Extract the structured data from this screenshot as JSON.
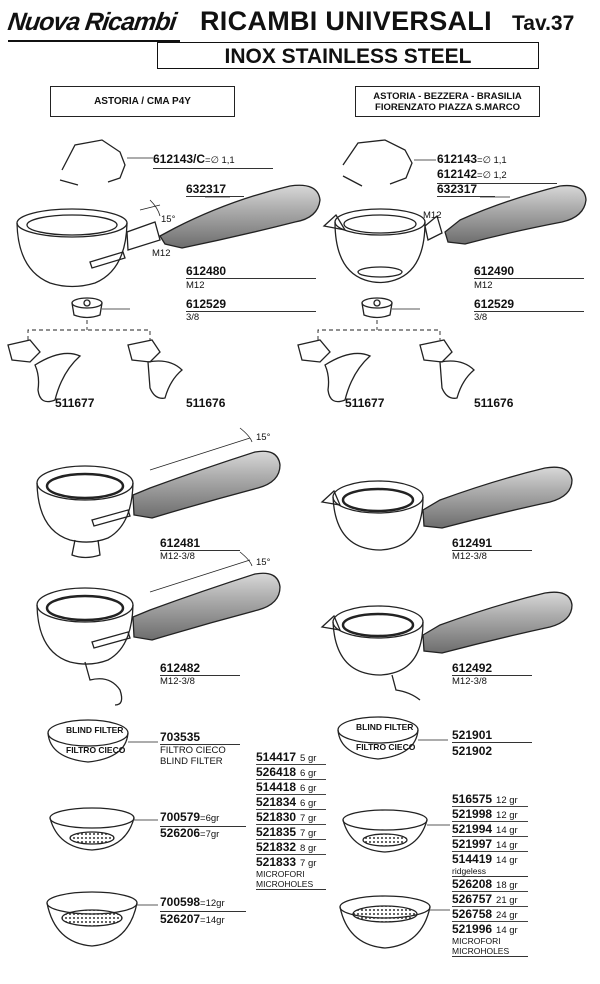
{
  "header": {
    "brand": "Nuova Ricambi",
    "title": "RICAMBI UNIVERSALI",
    "table": "Tav.37",
    "subtitle": "INOX STAINLESS STEEL"
  },
  "left_box": "ASTORIA / CMA P4Y",
  "right_box": {
    "line1": "ASTORIA - BEZZERA - BRASILIA",
    "line2": "FIORENZATO PIAZZA S.MARCO"
  },
  "left": {
    "gasket": {
      "code": "612143/C",
      "spec": "=∅ 1,1"
    },
    "handle": "632317",
    "angle": "15°",
    "thread": "M12",
    "holder": {
      "code": "612480",
      "spec": "M12"
    },
    "nut": {
      "code": "612529",
      "spec": "3/8"
    },
    "spout_a": "511677",
    "spout_b": "511676"
  },
  "right": {
    "gasket1": {
      "code": "612143",
      "spec": "=∅ 1,1"
    },
    "gasket2": {
      "code": "612142",
      "spec": "=∅ 1,2"
    },
    "handle": "632317",
    "thread": "M12",
    "holder": {
      "code": "612490",
      "spec": "M12"
    },
    "nut": {
      "code": "612529",
      "spec": "3/8"
    },
    "spout_a": "511677",
    "spout_b": "511676"
  },
  "mid": {
    "angle1": "15°",
    "angle2": "15°",
    "l1": {
      "code": "612481",
      "spec": "M12-3/8"
    },
    "l2": {
      "code": "612482",
      "spec": "M12-3/8"
    },
    "r1": {
      "code": "612491",
      "spec": "M12-3/8"
    },
    "r2": {
      "code": "612492",
      "spec": "M12-3/8"
    }
  },
  "blind_left": {
    "code": "703535",
    "line1": "FILTRO CIECO",
    "line2": "BLIND FILTER",
    "disc_top": "BLIND FILTER",
    "disc_bottom": "FILTRO CIECO"
  },
  "blind_right": {
    "code1": "521901",
    "code2": "521902",
    "disc_top": "BLIND FILTER",
    "disc_bottom": "FILTRO CIECO"
  },
  "filter_left_1": {
    "code1": "700579",
    "spec1": "=6gr",
    "code2": "526206",
    "spec2": "=7gr"
  },
  "filter_left_2": {
    "code1": "700598",
    "spec1": "=12gr",
    "code2": "526207",
    "spec2": "=14gr"
  },
  "single_list": [
    {
      "code": "514417",
      "spec": "5 gr"
    },
    {
      "code": "526418",
      "spec": "6 gr"
    },
    {
      "code": "514418",
      "spec": "6 gr"
    },
    {
      "code": "521834",
      "spec": "6 gr"
    },
    {
      "code": "521830",
      "spec": "7 gr"
    },
    {
      "code": "521835",
      "spec": "7 gr"
    },
    {
      "code": "521832",
      "spec": "8 gr"
    },
    {
      "code": "521833",
      "spec": "7 gr"
    }
  ],
  "single_note": {
    "line1": "MICROFORI",
    "line2": "MICROHOLES"
  },
  "double_list": [
    {
      "code": "516575",
      "spec": "12 gr"
    },
    {
      "code": "521998",
      "spec": "12 gr"
    },
    {
      "code": "521994",
      "spec": "14 gr"
    },
    {
      "code": "521997",
      "spec": "14 gr"
    },
    {
      "code": "514419",
      "spec": "14 gr"
    },
    {
      "code": "526208",
      "spec": "18 gr"
    },
    {
      "code": "526757",
      "spec": "21 gr"
    },
    {
      "code": "526758",
      "spec": "24 gr"
    },
    {
      "code": "521996",
      "spec": "14 gr"
    }
  ],
  "double_note_ridgeless": "ridgeless",
  "double_note": {
    "line1": "MICROFORI",
    "line2": "MICROHOLES"
  }
}
